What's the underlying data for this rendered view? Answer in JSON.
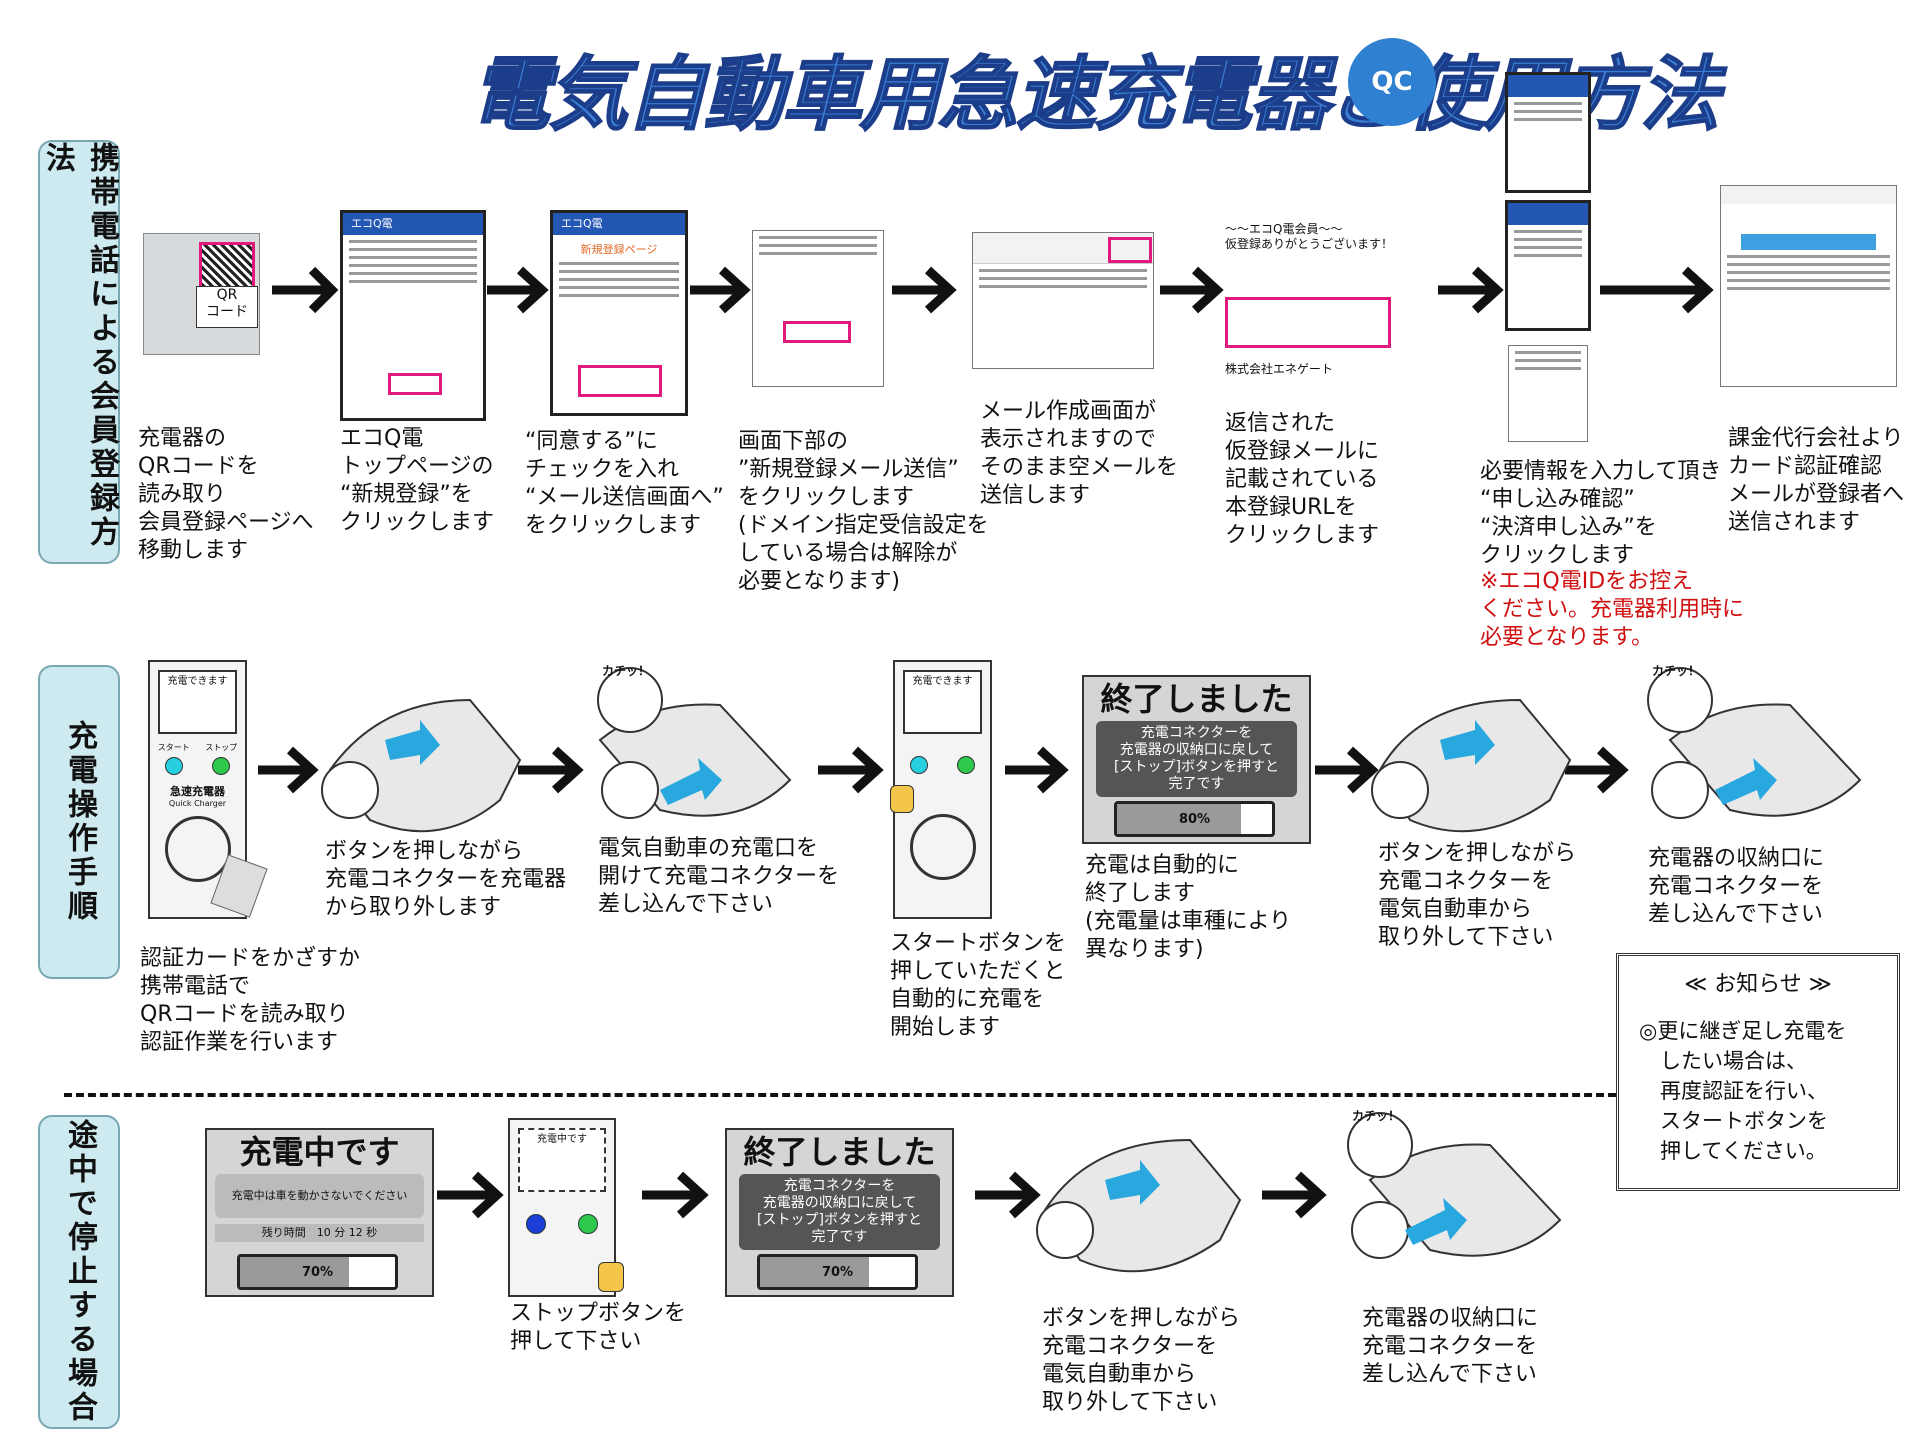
{
  "title": "電気自動車用急速充電器ご使用方法",
  "logo_text": "QC",
  "sections": {
    "mobile": "携帯電話による会員登録方法",
    "operation": "充電操作手順",
    "stop": "途中で停止する場合"
  },
  "mobile_steps": [
    {
      "caption": "充電器の\nQRコードを\n読み取り\n会員登録ページへ\n移動します",
      "qr_label": "QR\nコード"
    },
    {
      "caption": "エコQ電\nトップページの\n“新規登録”を\nクリックします",
      "screen_header": "エコQ電"
    },
    {
      "caption": "“同意する”に\nチェックを入れ\n“メール送信画面へ”\nをクリックします",
      "screen_header": "エコQ電",
      "screen_sub": "新規登録ページ"
    },
    {
      "caption": "画面下部の\n”新規登録メール送信”\nをクリックします\n(ドメイン指定受信設定を\nしている場合は解除が\n必要となります)"
    },
    {
      "caption": "メール作成画面が\n表示されますので\nそのまま空メールを\n送信します"
    },
    {
      "caption": "返信された\n仮登録メールに\n記載されている\n本登録URLを\nクリックします",
      "mail_lines": "〜〜エコQ電会員〜〜\n仮登録ありがとうございます！",
      "mail_footer": "株式会社エネゲート"
    },
    {
      "caption": "必要情報を入力して頂き\n“申し込み確認”\n“決済申し込み”を\nクリックします",
      "note": "※エコQ電IDをお控え\nください。充電器利用時に\n必要となります。"
    },
    {
      "caption": "課金代行会社より\nカード認証確認\nメールが登録者へ\n送信されます"
    }
  ],
  "operation_steps": [
    {
      "caption": "認証カードをかざすか\n携帯電話で\nQRコードを読み取り\n認証作業を行います",
      "screen_text": "充電できます",
      "brand": "急速充電器",
      "brand_en": "Quick Charger",
      "start": "スタート",
      "stop": "ストップ"
    },
    {
      "caption": "ボタンを押しながら\n充電コネクターを充電器\nから取り外します"
    },
    {
      "caption": "電気自動車の充電口を\n開けて充電コネクターを\n差し込んで下さい",
      "click_label": "カチッ！"
    },
    {
      "caption": "スタートボタンを\n押していただくと\n自動的に充電を\n開始します",
      "screen_text": "充電できます"
    },
    {
      "caption": "充電は自動的に\n終了します\n(充電量は車種により\n異なります)",
      "panel_title": "終了しました",
      "panel_msg": "充電コネクターを\n充電器の収納口に戻して\n[ストップ]ボタンを押すと\n完了です",
      "battery": "80%",
      "battery_level": 0.8
    },
    {
      "caption": "ボタンを押しながら\n充電コネクターを\n電気自動車から\n取り外して下さい"
    },
    {
      "caption": "充電器の収納口に\n充電コネクターを\n差し込んで下さい",
      "click_label": "カチッ！"
    }
  ],
  "notice": {
    "title": "≪ お知らせ ≫",
    "body": "◎更に継ぎ足し充電を\n　したい場合は、\n　再度認証を行い、\n　スタートボタンを\n　押してください。"
  },
  "stop_steps": [
    {
      "panel_title": "充電中です",
      "panel_msg": "充電中は車を動かさないでください",
      "remaining": "残り時間　10 分 12 秒",
      "battery": "70%",
      "battery_level": 0.7
    },
    {
      "caption": "ストップボタンを\n押して下さい",
      "screen_text": "充電中です"
    },
    {
      "panel_title": "終了しました",
      "panel_msg": "充電コネクターを\n充電器の収納口に戻して\n[ストップ]ボタンを押すと\n完了です",
      "battery": "70%",
      "battery_level": 0.7
    },
    {
      "caption": "ボタンを押しながら\n充電コネクターを\n電気自動車から\n取り外して下さい"
    },
    {
      "caption": "充電器の収納口に\n充電コネクターを\n差し込んで下さい",
      "click_label": "カチッ！"
    }
  ],
  "colors": {
    "title": "#3a7fd6",
    "section_bg": "#cdeaf0",
    "highlight": "#e0197a",
    "note": "#d01010",
    "arrow_cyan": "#29a8e0"
  }
}
